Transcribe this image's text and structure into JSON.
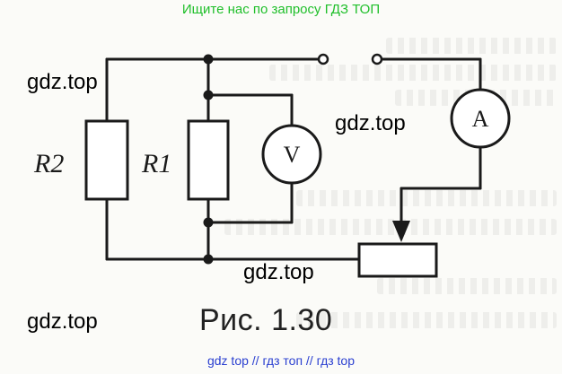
{
  "banner": {
    "text": "Ищите нас по запросу ГДЗ ТОП",
    "color": "#1fbf2a"
  },
  "watermarks": [
    "gdz.top",
    "gdz.top",
    "gdz.top",
    "gdz.top"
  ],
  "circuit": {
    "r2_label": "R2",
    "r1_label": "R1",
    "voltmeter_label": "V",
    "ammeter_label": "A"
  },
  "caption": "Рис. 1.30",
  "footer": {
    "text": "gdz top  //  гдз топ  //  гдз top",
    "color": "#2a3fd0"
  }
}
